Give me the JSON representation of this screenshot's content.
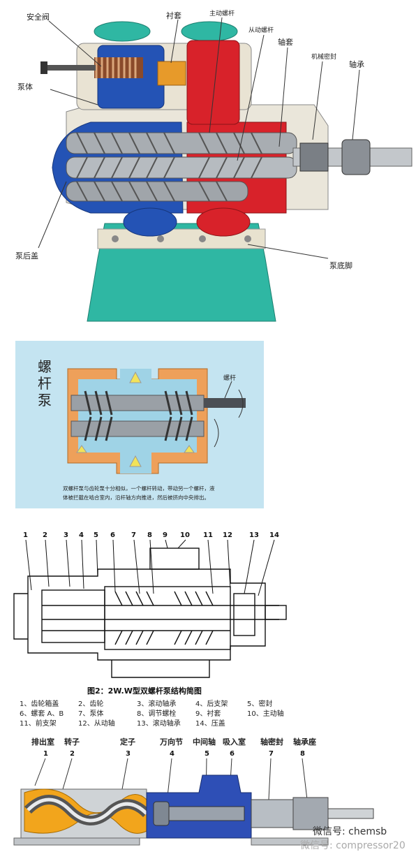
{
  "panel1": {
    "labels": {
      "safety_valve": "安全阀",
      "liner": "衬套",
      "drive_screw": "主动螺杆",
      "driven_screw": "从动螺杆",
      "sleeve": "轴套",
      "mech_seal": "机械密封",
      "bearing": "轴承",
      "pump_body": "泵体",
      "rear_cover": "泵后盖",
      "base": "泵底脚"
    }
  },
  "panel2": {
    "title": [
      "螺",
      "杆",
      "泵"
    ],
    "screw_label": "螺杆",
    "caption_l1": "双螺杆泵与齿轮泵十分相似，一个螺杆转动，带动另一个螺杆，液",
    "caption_l2": "体被拦截在啮合室内，沿杆轴方向推进，然后被挤向中央排出。"
  },
  "panel3": {
    "numbers": [
      "1",
      "2",
      "3",
      "4",
      "5",
      "6",
      "7",
      "8",
      "9",
      "10",
      "11",
      "12",
      "13",
      "14"
    ],
    "figure_title": "图2：2W.W型双螺杆泵结构简图",
    "legend": [
      [
        "1、齿轮箱盖",
        "2、齿轮",
        "3、滚动轴承",
        "4、后支架",
        "5、密封"
      ],
      [
        "6、螺套 A、B",
        "7、泵体",
        "8、调节螺栓",
        "9、衬套",
        "10、主动轴"
      ],
      [
        "11、前支架",
        "12、从动轴",
        "13、滚动轴承",
        "14、压盖",
        ""
      ]
    ]
  },
  "panel4": {
    "labels": [
      "排出室",
      "转子",
      "定子",
      "万向节",
      "中间轴",
      "吸入室",
      "轴密封",
      "轴承座"
    ],
    "numbers": [
      "1",
      "2",
      "3",
      "4",
      "5",
      "6",
      "7",
      "8"
    ]
  },
  "watermark": {
    "line1": "微信号: chemsb",
    "line2": "微信号: compressor20"
  }
}
